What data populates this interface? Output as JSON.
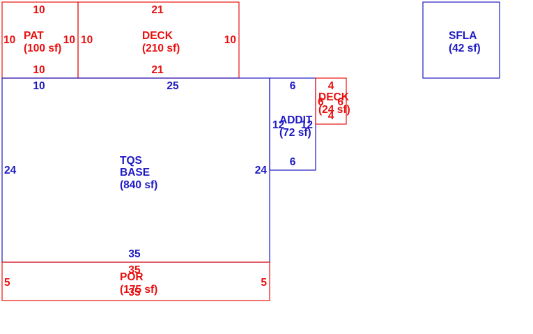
{
  "colors": {
    "red": "#e8100f",
    "blue": "#1e19c2"
  },
  "areas": {
    "pat": {
      "name": "PAT",
      "area": "(100 sf)",
      "dims": {
        "top": "10",
        "bottom": "10",
        "left": "10",
        "right": "10"
      }
    },
    "deck_main": {
      "name": "DECK",
      "area": "(210 sf)",
      "dims": {
        "top": "21",
        "bottom": "21",
        "left": "10",
        "right": "10"
      }
    },
    "sfla": {
      "name": "SFLA",
      "area": "(42 sf)"
    },
    "base": {
      "name_line1": "TQS",
      "name_line2": "BASE",
      "area": "(840 sf)",
      "dims": {
        "top_left": "10",
        "top": "25",
        "left": "24",
        "right": "24",
        "bottom": "35"
      }
    },
    "addit": {
      "name": "ADDIT",
      "area": "(72 sf)",
      "dims": {
        "top": "6",
        "bottom": "6",
        "left": "12",
        "right": "12"
      }
    },
    "deck_small": {
      "name": "DECK",
      "area": "(24 sf)",
      "dims": {
        "top": "4",
        "bottom": "4",
        "left": "6",
        "right": "6"
      }
    },
    "por": {
      "name": "POR",
      "area": "(175 sf)",
      "dims": {
        "top": "35",
        "bottom": "35",
        "left": "5",
        "right": "5"
      }
    }
  }
}
